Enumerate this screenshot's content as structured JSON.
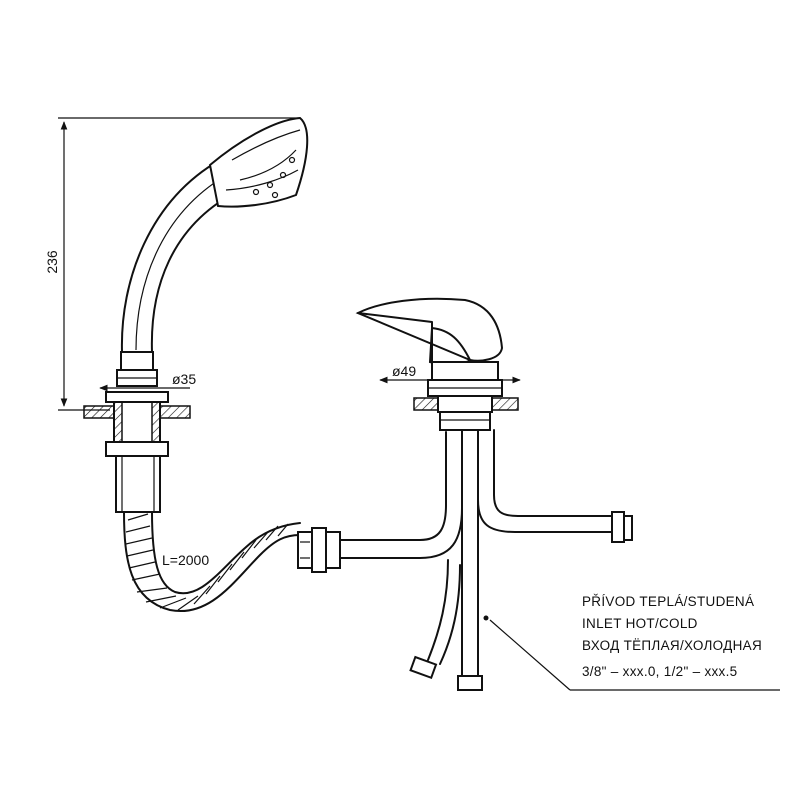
{
  "dimensions": {
    "height_label": "236",
    "handshower_diameter": "ø35",
    "mixer_diameter": "ø49",
    "hose_length": "L=2000"
  },
  "inlet_note": {
    "line_cz": "PŘÍVOD TEPLÁ/STUDENÁ",
    "line_en": "INLET HOT/COLD",
    "line_ru": "ВХОД ТЁПЛАЯ/ХОЛОДНАЯ",
    "line_sizes": "3/8\" – xxx.0, 1/2\" – xxx.5"
  },
  "colors": {
    "line": "#111111",
    "background": "#ffffff"
  }
}
